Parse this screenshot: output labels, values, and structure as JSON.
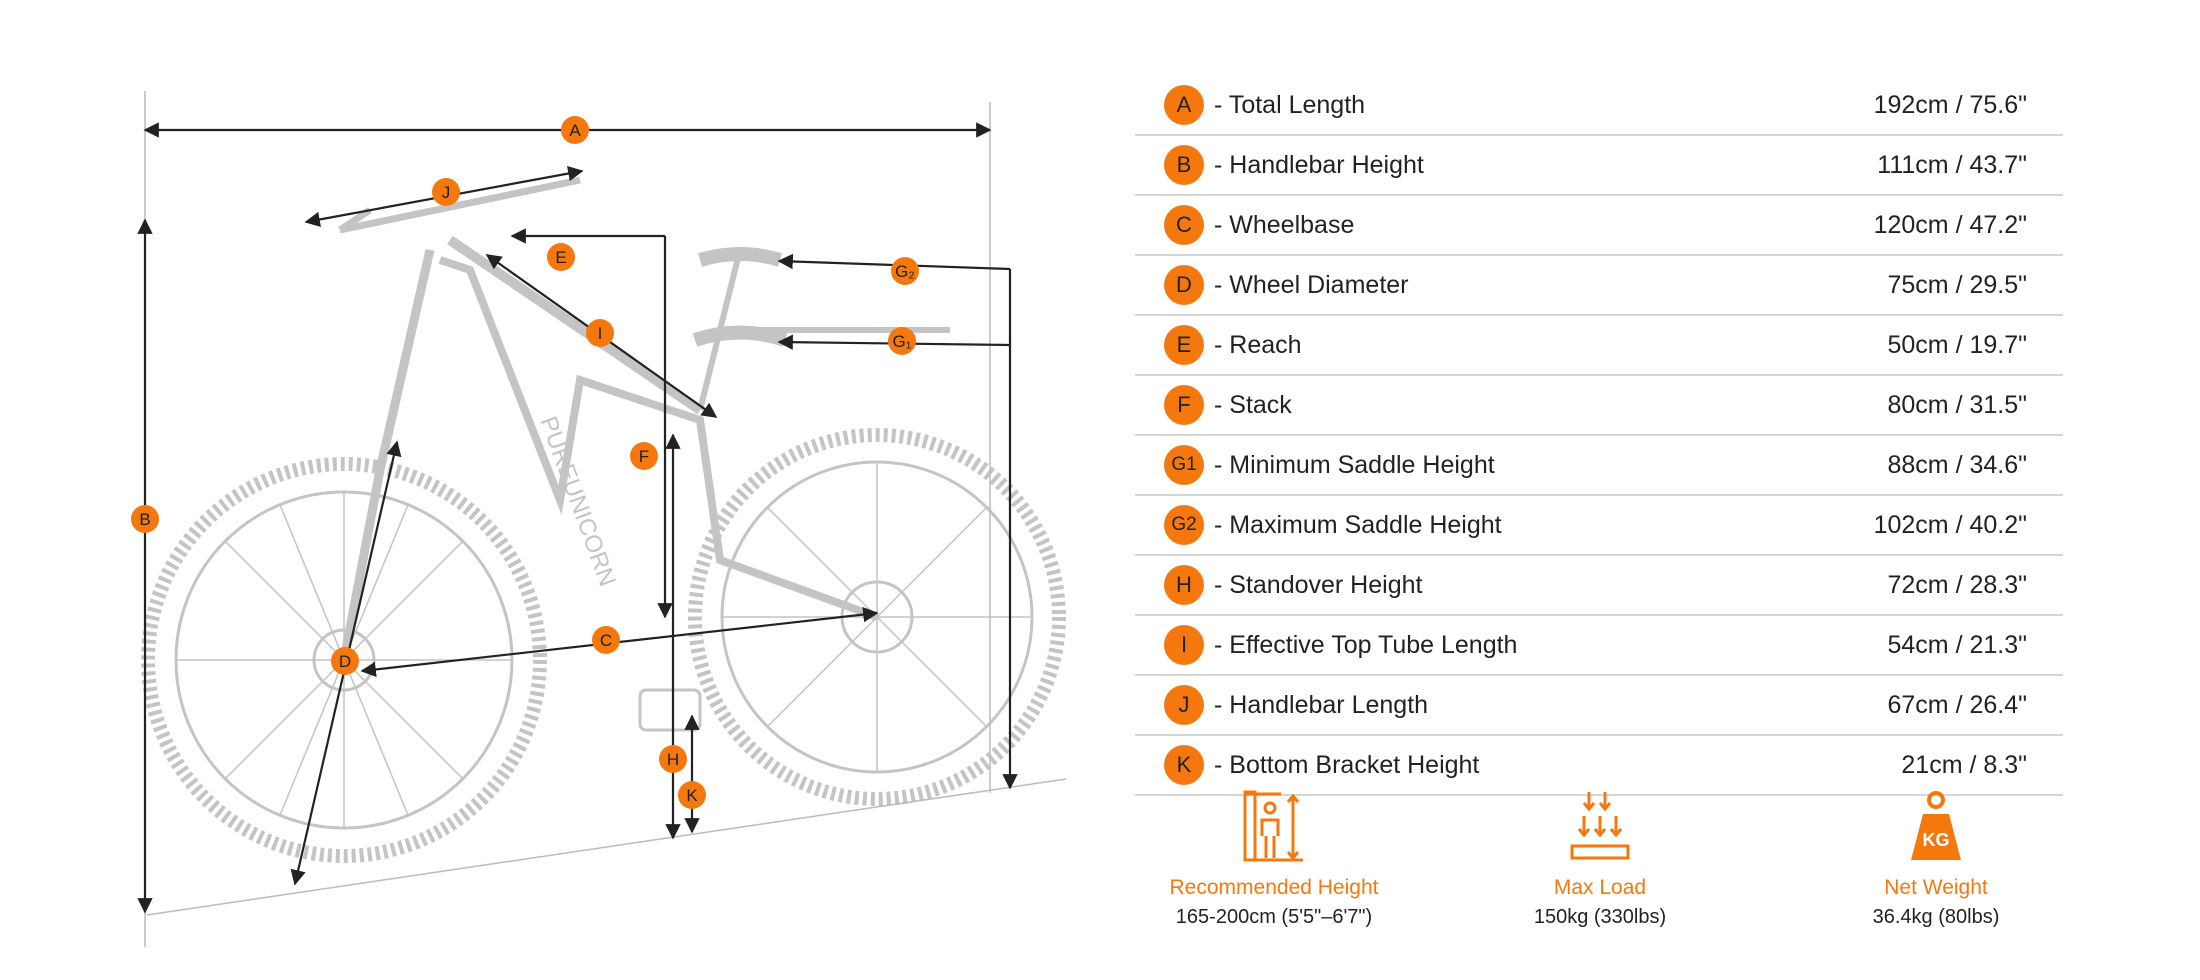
{
  "diagram": {
    "markers": {
      "A": "A",
      "B": "B",
      "C": "C",
      "D": "D",
      "E": "E",
      "F": "F",
      "G1": "G₁",
      "G2": "G₂",
      "H": "H",
      "I": "I",
      "J": "J",
      "K": "K"
    },
    "frame_brand": "PUREUNICORN"
  },
  "specs": [
    {
      "key": "A",
      "label": "- Total Length",
      "value": "192cm / 75.6\""
    },
    {
      "key": "B",
      "label": "- Handlebar Height",
      "value": "111cm / 43.7\""
    },
    {
      "key": "C",
      "label": "- Wheelbase",
      "value": "120cm / 47.2\""
    },
    {
      "key": "D",
      "label": "- Wheel Diameter",
      "value": "75cm / 29.5\""
    },
    {
      "key": "E",
      "label": "- Reach",
      "value": "50cm / 19.7\""
    },
    {
      "key": "F",
      "label": "- Stack",
      "value": "80cm / 31.5\""
    },
    {
      "key": "G1",
      "label": "- Minimum Saddle Height",
      "value": "88cm / 34.6\""
    },
    {
      "key": "G2",
      "label": "- Maximum Saddle Height",
      "value": "102cm / 40.2\""
    },
    {
      "key": "H",
      "label": "- Standover Height",
      "value": "72cm / 28.3\""
    },
    {
      "key": "I",
      "label": "- Effective Top Tube Length",
      "value": "54cm / 21.3\""
    },
    {
      "key": "J",
      "label": "- Handlebar Length",
      "value": "67cm / 26.4\""
    },
    {
      "key": "K",
      "label": "- Bottom Bracket Height",
      "value": "21cm / 8.3\""
    }
  ],
  "features": [
    {
      "icon": "height-ruler-icon",
      "title": "Recommended Height",
      "value": "165-200cm (5'5\"–6'7\")"
    },
    {
      "icon": "max-load-icon",
      "title": "Max Load",
      "value": "150kg (330lbs)"
    },
    {
      "icon": "kg-weight-icon",
      "title": "Net Weight",
      "value": "36.4kg (80lbs)",
      "icon_text": "KG"
    }
  ],
  "colors": {
    "accent": "#f5780f",
    "line": "#222222",
    "divider": "#d6d6d6",
    "sketch": "#c4c4c4"
  }
}
